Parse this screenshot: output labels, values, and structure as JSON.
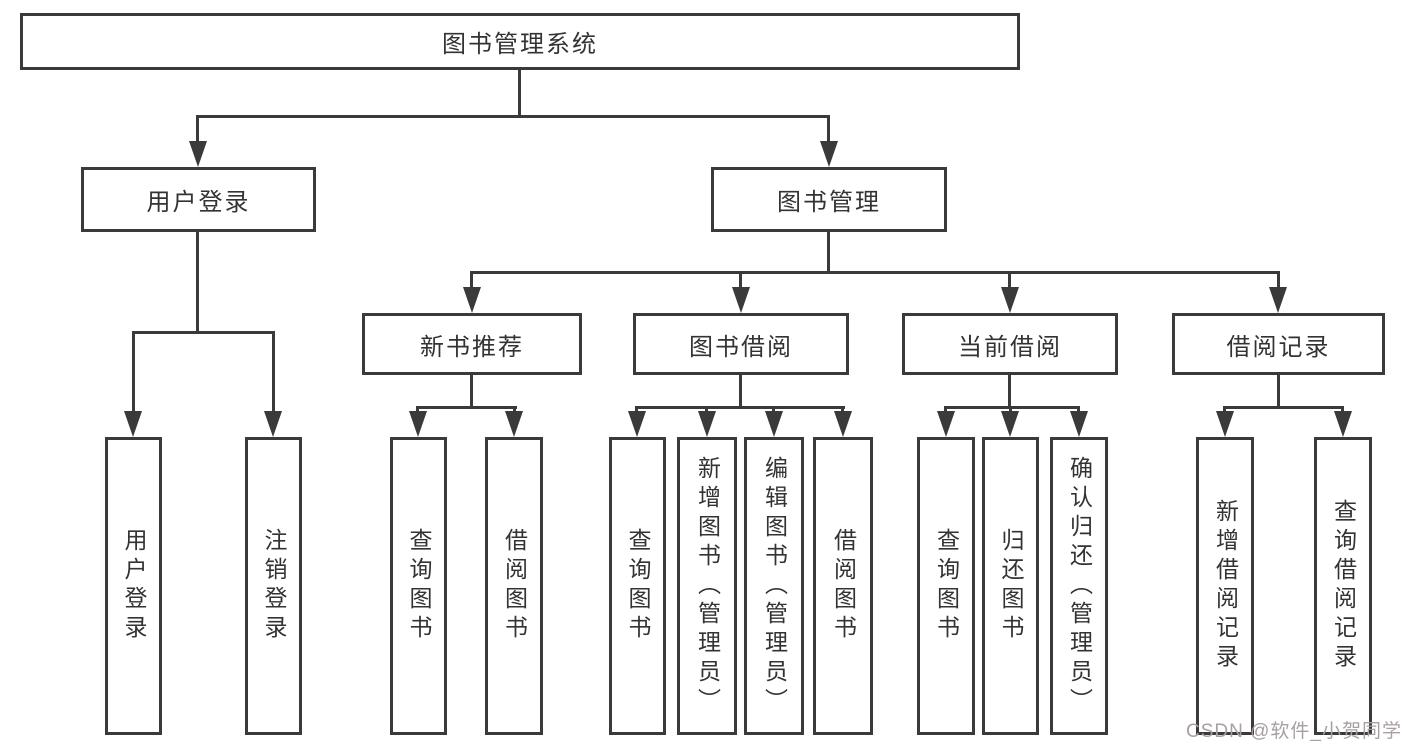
{
  "colors": {
    "line": "#3a3a3a",
    "text": "#333333",
    "watermark": "#a8a0a0",
    "background": "#ffffff"
  },
  "watermark": "CSDN @软件_小贺同学",
  "tree": {
    "root": {
      "label": "图书管理系统"
    },
    "l1": [
      {
        "label": "用户登录",
        "children": [
          "用户登录",
          "注销登录"
        ]
      },
      {
        "label": "图书管理",
        "l2": [
          {
            "label": "新书推荐",
            "children": [
              "查询图书",
              "借阅图书"
            ]
          },
          {
            "label": "图书借阅",
            "children": [
              "查询图书",
              "新增图书（管理员）",
              "编辑图书（管理员）",
              "借阅图书"
            ]
          },
          {
            "label": "当前借阅",
            "children": [
              "查询图书",
              "归还图书",
              "确认归还（管理员）"
            ]
          },
          {
            "label": "借阅记录",
            "children": [
              "新增借阅记录",
              "查询借阅记录"
            ]
          }
        ]
      }
    ]
  }
}
